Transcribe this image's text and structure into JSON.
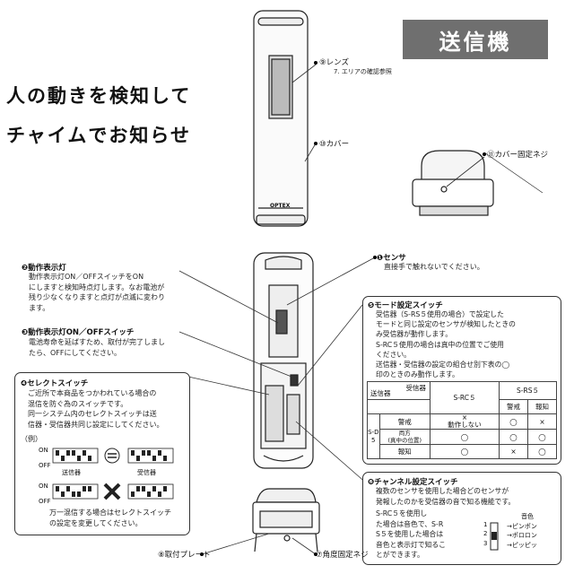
{
  "badge": "送信機",
  "headline": {
    "line1": "人の動きを検知して",
    "line2": "チャイムでお知らせ"
  },
  "device_brand": "OPTEX",
  "labels": {
    "lens": "⑨レンズ",
    "lens_note": "7. エリアの確認参照",
    "cover": "⑩カバー",
    "cover_screw": "⑪カバー固定ネジ",
    "mount_plate": "⑧取付プレート",
    "angle_screw": "⑦角度固定ネジ"
  },
  "callouts": {
    "sensor": {
      "title": "❶センサ",
      "text": "直接手で触れないでください。"
    },
    "led": {
      "title": "❷動作表示灯",
      "text": "動作表示灯ON／OFFスイッチをON\nにしますと検知時点灯します。なお電池が\n残り少なくなりますと点灯が点滅に変わり\nます。"
    },
    "led_switch": {
      "title": "❸動作表示灯ON／OFFスイッチ",
      "text": "電池寿命を延ばすため、取付が完了しまし\nたら、OFFにしてください。"
    },
    "select_switch": {
      "title": "❹セレクトスイッチ",
      "text": "ご近所で本商品をつかわれている場合の\n混信を防ぐ為のスイッチです。\n同一システム内のセレクトスイッチは送\n信器・受信器共同じ設定にしてください。",
      "example_label": "（例）",
      "on": "ON",
      "off": "OFF",
      "transmitter": "送信器",
      "receiver": "受信器",
      "footer": "万一混信する場合はセレクトスイッチ\nの設定を変更してください。"
    },
    "mode_switch": {
      "title": "❺モード設定スイッチ",
      "text": "受信器（S-RS５使用の場合）で設定した\nモードと同じ設定のセンサが検知したときの\nみ受信器が動作します。\nS-RC５使用の場合は真中の位置でご使用\nください。\n送信器・受信器の設定の組合せ別下表の◯\n印のときのみ動作します。",
      "table": {
        "header_receiver": "受信器",
        "header_transmitter": "送信器",
        "col_src5": "S-RC５",
        "col_srs5": "S-RS５",
        "col_alert": "警戒",
        "col_notify": "報知",
        "side_label": "S-D5",
        "rows": [
          {
            "label": "警戒",
            "c1": "×\n動作しない",
            "c2": "◯",
            "c3": "×"
          },
          {
            "label": "両方\n(真中の位置)",
            "c1": "◯",
            "c2": "◯",
            "c3": "◯"
          },
          {
            "label": "報知",
            "c1": "◯",
            "c2": "×",
            "c3": "◯"
          }
        ]
      }
    },
    "channel_switch": {
      "title": "❻チャンネル設定スイッチ",
      "text": "複数のセンサを使用した場合どのセンサが\n発報したのかを受信器の音で知る機能です。",
      "text2": "S-RC５を使用し\nた場合は音色で、S-R\nS５を使用した場合は\n音色と表示灯で知るこ\nとができます。",
      "tone_title": "音色",
      "tones": [
        "ピンポン",
        "ポロロン",
        "ピッピッ"
      ],
      "positions": [
        "1",
        "2",
        "3"
      ]
    }
  }
}
